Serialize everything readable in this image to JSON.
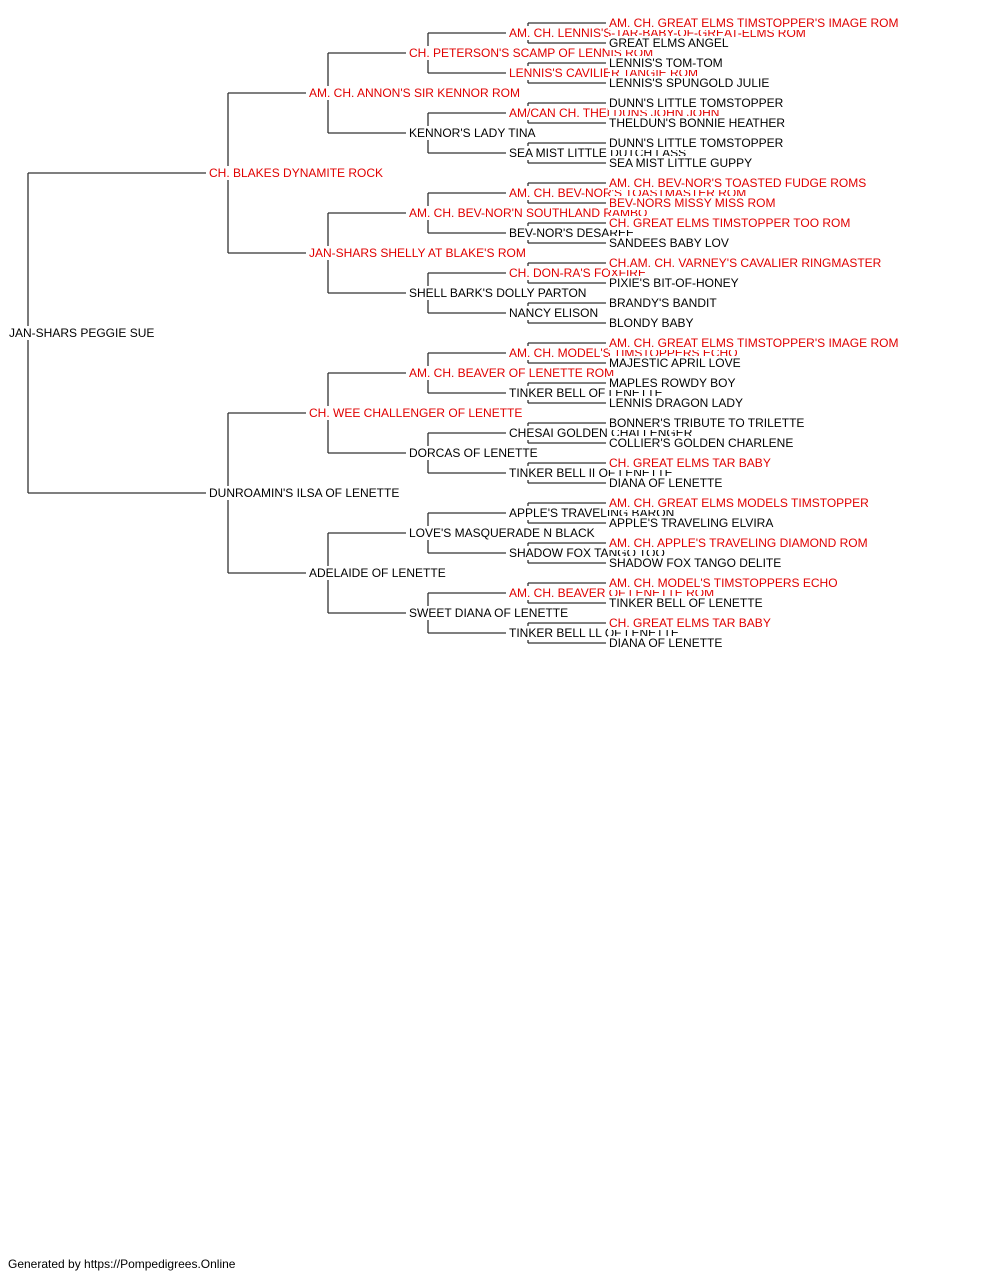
{
  "colors": {
    "champion": "#e00000",
    "normal": "#000000",
    "line": "#333333"
  },
  "footer": "Generated by https://Pompedigrees.Online",
  "pedigree": {
    "name": "JAN-SHARS PEGGIE SUE",
    "champ": false,
    "sire": {
      "name": "CH. BLAKES DYNAMITE ROCK",
      "champ": true,
      "sire": {
        "name": "AM. CH. ANNON'S SIR KENNOR ROM",
        "champ": true,
        "sire": {
          "name": "CH. PETERSON'S SCAMP OF LENNIS ROM",
          "champ": true,
          "sire": {
            "name": "AM. CH. LENNIS'S-TAR-BABY-OF-GREAT-ELMS ROM",
            "champ": true,
            "sire": {
              "name": "AM. CH. GREAT ELMS TIMSTOPPER'S IMAGE ROM",
              "champ": true
            },
            "dam": {
              "name": "GREAT ELMS ANGEL",
              "champ": false
            }
          },
          "dam": {
            "name": "LENNIS'S CAVILIER TANGIE ROM",
            "champ": true,
            "sire": {
              "name": "LENNIS'S TOM-TOM",
              "champ": false
            },
            "dam": {
              "name": "LENNIS'S SPUNGOLD JULIE",
              "champ": false
            }
          }
        },
        "dam": {
          "name": "KENNOR'S LADY TINA",
          "champ": false,
          "sire": {
            "name": "AM/CAN CH. THELDUNS JOHN JOHN",
            "champ": true,
            "sire": {
              "name": "DUNN'S LITTLE TOMSTOPPER",
              "champ": false
            },
            "dam": {
              "name": "THELDUN'S BONNIE HEATHER",
              "champ": false
            }
          },
          "dam": {
            "name": "SEA MIST LITTLE DUTCH LASS",
            "champ": false,
            "sire": {
              "name": "DUNN'S LITTLE TOMSTOPPER",
              "champ": false
            },
            "dam": {
              "name": "SEA MIST LITTLE GUPPY",
              "champ": false
            }
          }
        }
      },
      "dam": {
        "name": "JAN-SHARS SHELLY AT BLAKE'S ROM",
        "champ": true,
        "sire": {
          "name": "AM. CH. BEV-NOR'N SOUTHLAND RAMBO",
          "champ": true,
          "sire": {
            "name": "AM. CH. BEV-NOR'S TOASTMASTER ROM",
            "champ": true,
            "sire": {
              "name": "AM. CH. BEV-NOR'S TOASTED FUDGE ROMS",
              "champ": true
            },
            "dam": {
              "name": "BEV-NORS MISSY MISS ROM",
              "champ": true
            }
          },
          "dam": {
            "name": "BEV-NOR'S DESAREE",
            "champ": false,
            "sire": {
              "name": "CH. GREAT ELMS TIMSTOPPER TOO ROM",
              "champ": true
            },
            "dam": {
              "name": "SANDEES BABY LOV",
              "champ": false
            }
          }
        },
        "dam": {
          "name": "SHELL BARK'S DOLLY PARTON",
          "champ": false,
          "sire": {
            "name": "CH. DON-RA'S FOXFIRE",
            "champ": true,
            "sire": {
              "name": "CH.AM. CH. VARNEY'S CAVALIER RINGMASTER",
              "champ": true
            },
            "dam": {
              "name": "PIXIE'S BIT-OF-HONEY",
              "champ": false
            }
          },
          "dam": {
            "name": "NANCY ELISON",
            "champ": false,
            "sire": {
              "name": "BRANDY'S BANDIT",
              "champ": false
            },
            "dam": {
              "name": "BLONDY BABY",
              "champ": false
            }
          }
        }
      }
    },
    "dam": {
      "name": "DUNROAMIN'S ILSA OF LENETTE",
      "champ": false,
      "sire": {
        "name": "CH. WEE CHALLENGER OF LENETTE",
        "champ": true,
        "sire": {
          "name": "AM. CH. BEAVER OF LENETTE ROM",
          "champ": true,
          "sire": {
            "name": "AM. CH. MODEL'S TIMSTOPPERS ECHO",
            "champ": true,
            "sire": {
              "name": "AM. CH. GREAT ELMS TIMSTOPPER'S IMAGE ROM",
              "champ": true
            },
            "dam": {
              "name": "MAJESTIC APRIL LOVE",
              "champ": false
            }
          },
          "dam": {
            "name": "TINKER BELL OF LENETTE",
            "champ": false,
            "sire": {
              "name": "MAPLES ROWDY BOY",
              "champ": false
            },
            "dam": {
              "name": "LENNIS DRAGON LADY",
              "champ": false
            }
          }
        },
        "dam": {
          "name": "DORCAS OF LENETTE",
          "champ": false,
          "sire": {
            "name": "CHESAI GOLDEN CHALLENGER",
            "champ": false,
            "sire": {
              "name": "BONNER'S TRIBUTE TO TRILETTE",
              "champ": false
            },
            "dam": {
              "name": "COLLIER'S GOLDEN CHARLENE",
              "champ": false
            }
          },
          "dam": {
            "name": "TINKER BELL II OF LENETTE",
            "champ": false,
            "sire": {
              "name": "CH. GREAT ELMS TAR BABY",
              "champ": true
            },
            "dam": {
              "name": "DIANA OF LENETTE",
              "champ": false
            }
          }
        }
      },
      "dam": {
        "name": "ADELAIDE OF LENETTE",
        "champ": false,
        "sire": {
          "name": "LOVE'S MASQUERADE N BLACK",
          "champ": false,
          "sire": {
            "name": "APPLE'S TRAVELING BARON",
            "champ": false,
            "sire": {
              "name": "AM. CH. GREAT ELMS MODELS TIMSTOPPER",
              "champ": true
            },
            "dam": {
              "name": "APPLE'S TRAVELING ELVIRA",
              "champ": false
            }
          },
          "dam": {
            "name": "SHADOW FOX TANGO TOO",
            "champ": false,
            "sire": {
              "name": "AM. CH. APPLE'S TRAVELING DIAMOND ROM",
              "champ": true
            },
            "dam": {
              "name": "SHADOW FOX TANGO DELITE",
              "champ": false
            }
          }
        },
        "dam": {
          "name": "SWEET DIANA OF LENETTE",
          "champ": false,
          "sire": {
            "name": "AM. CH. BEAVER OF LENETTE ROM",
            "champ": true,
            "sire": {
              "name": "AM. CH. MODEL'S TIMSTOPPERS ECHO",
              "champ": true
            },
            "dam": {
              "name": "TINKER BELL OF LENETTE",
              "champ": false
            }
          },
          "dam": {
            "name": "TINKER BELL LL OF LENETTE",
            "champ": false,
            "sire": {
              "name": "CH. GREAT ELMS TAR BABY",
              "champ": true
            },
            "dam": {
              "name": "DIANA OF LENETTE",
              "champ": false
            }
          }
        }
      }
    }
  }
}
